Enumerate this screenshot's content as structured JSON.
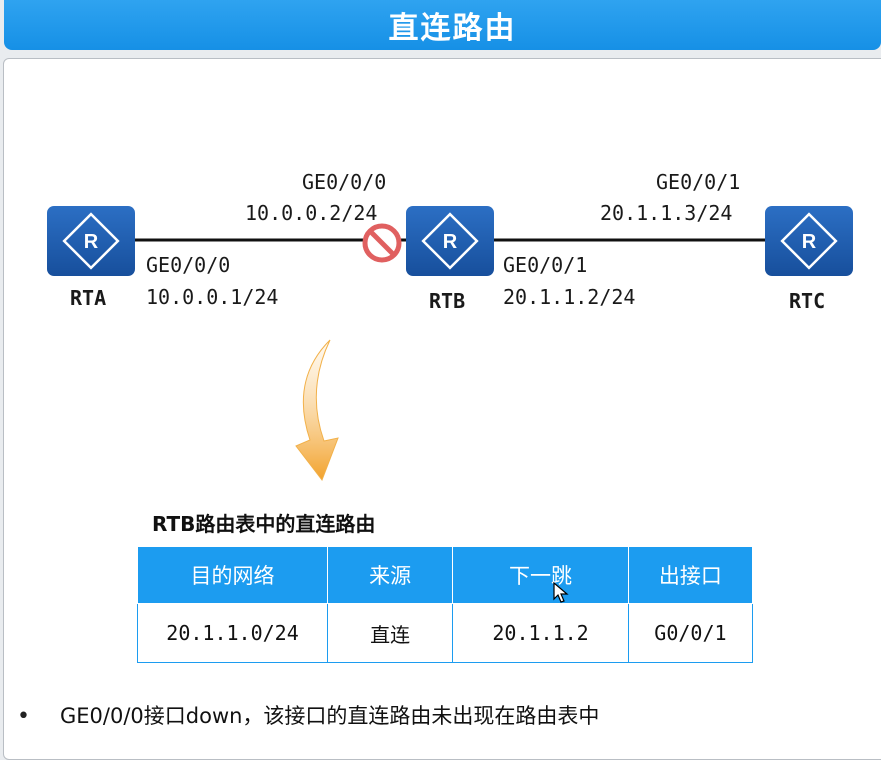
{
  "title": "直连路由",
  "routers": {
    "rta": {
      "name": "RTA",
      "icon": "router-icon"
    },
    "rtb": {
      "name": "RTB",
      "icon": "router-icon"
    },
    "rtc": {
      "name": "RTC",
      "icon": "router-icon"
    }
  },
  "links": {
    "rta_iface": "GE0/0/0",
    "rta_ip": "10.0.0.1/24",
    "rtb_left_iface": "GE0/0/0",
    "rtb_left_ip": "10.0.0.2/24",
    "rtb_right_iface": "GE0/0/1",
    "rtb_right_ip": "20.1.1.2/24",
    "rtc_iface": "GE0/0/1",
    "rtc_ip": "20.1.1.3/24"
  },
  "table": {
    "caption": "RTB路由表中的直连路由",
    "headers": [
      "目的网络",
      "来源",
      "下一跳",
      "出接口"
    ],
    "rows": [
      [
        "20.1.1.0/24",
        "直连",
        "20.1.1.2",
        "G0/0/1"
      ]
    ]
  },
  "note": "GE0/0/0接口down，该接口的直连路由未出现在路由表中",
  "colors": {
    "title_bar": "#1c9cf0",
    "router": "#1f5fb0",
    "down_symbol": "#e06060",
    "arrow": "#f0a030",
    "table_header": "#1c9cf0"
  }
}
